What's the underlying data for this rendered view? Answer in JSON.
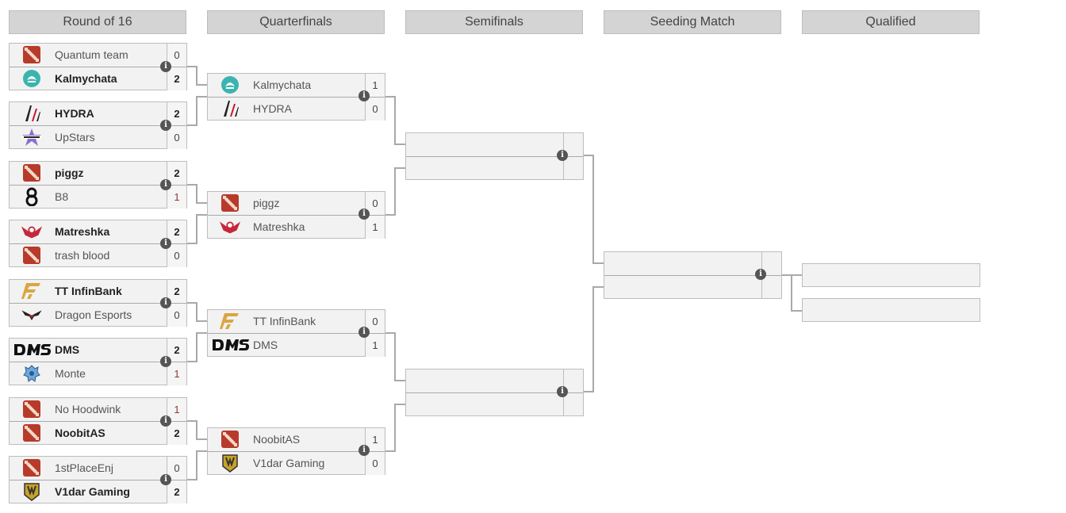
{
  "headers": {
    "r16": "Round of 16",
    "qf": "Quarterfinals",
    "sf": "Semifinals",
    "seed": "Seeding Match",
    "qual": "Qualified"
  },
  "info_glyph": "i",
  "r16": [
    {
      "t1": {
        "name": "Quantum team",
        "score": "0",
        "logo": "dota-icon"
      },
      "t2": {
        "name": "Kalmychata",
        "score": "2",
        "logo": "kalmychata-logo"
      }
    },
    {
      "t1": {
        "name": "HYDRA",
        "score": "2",
        "logo": "hydra-logo"
      },
      "t2": {
        "name": "UpStars",
        "score": "0",
        "logo": "upstars-logo"
      }
    },
    {
      "t1": {
        "name": "piggz",
        "score": "2",
        "logo": "dota-icon"
      },
      "t2": {
        "name": "B8",
        "score": "1",
        "logo": "b8-logo"
      }
    },
    {
      "t1": {
        "name": "Matreshka",
        "score": "2",
        "logo": "matreshka-logo"
      },
      "t2": {
        "name": "trash blood",
        "score": "0",
        "logo": "dota-icon"
      }
    },
    {
      "t1": {
        "name": "TT InfinBank",
        "score": "2",
        "logo": "tt-infinbank-logo"
      },
      "t2": {
        "name": "Dragon Esports",
        "score": "0",
        "logo": "dragon-esports-logo"
      }
    },
    {
      "t1": {
        "name": "DMS",
        "score": "2",
        "logo": "dms-logo"
      },
      "t2": {
        "name": "Monte",
        "score": "1",
        "logo": "monte-logo"
      }
    },
    {
      "t1": {
        "name": "No Hoodwink",
        "score": "1",
        "logo": "dota-icon"
      },
      "t2": {
        "name": "NoobitAS",
        "score": "2",
        "logo": "dota-icon"
      }
    },
    {
      "t1": {
        "name": "1stPlaceEnj",
        "score": "0",
        "logo": "dota-icon"
      },
      "t2": {
        "name": "V1dar Gaming",
        "score": "2",
        "logo": "v1dar-logo"
      }
    }
  ],
  "qf": [
    {
      "t1": {
        "name": "Kalmychata",
        "score": "1"
      },
      "t2": {
        "name": "HYDRA",
        "score": "0"
      }
    },
    {
      "t1": {
        "name": "piggz",
        "score": "0"
      },
      "t2": {
        "name": "Matreshka",
        "score": "1"
      }
    },
    {
      "t1": {
        "name": "TT InfinBank",
        "score": "0"
      },
      "t2": {
        "name": "DMS",
        "score": "1"
      }
    },
    {
      "t1": {
        "name": "NoobitAS",
        "score": "1"
      },
      "t2": {
        "name": "V1dar Gaming",
        "score": "0"
      }
    }
  ],
  "colors": {
    "header_bg": "#d4d4d4",
    "match_bg": "#f2f2f2",
    "border": "#bdbdbd",
    "connector": "#a9a9a9",
    "info_bg": "#555555",
    "dota_red": "#b83a2a"
  }
}
